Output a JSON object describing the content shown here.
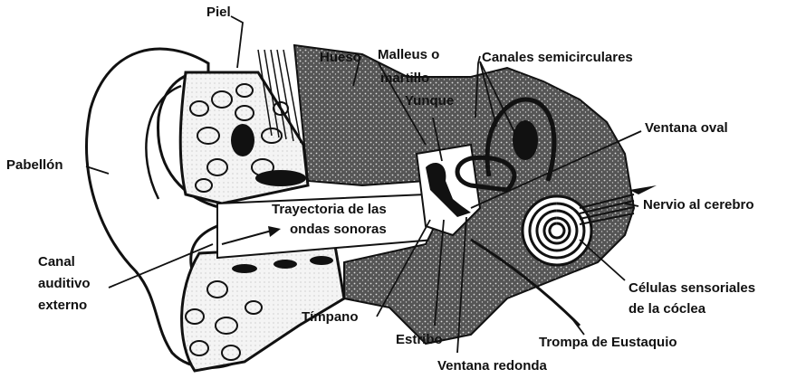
{
  "diagram": {
    "labels": {
      "piel": "Piel",
      "hueso": "Hueso",
      "malleus": "Malleus o",
      "malleus2": "martillo",
      "yunque": "Yunque",
      "canales": "Canales semicirculares",
      "ventana_oval": "Ventana oval",
      "pabellon": "Pabellón",
      "nervio": "Nervio al cerebro",
      "trayectoria": "Trayectoria de las",
      "trayectoria2": "ondas sonoras",
      "canal1": "Canal",
      "canal2": "auditivo",
      "canal3": "externo",
      "celulas1": "Células sensoriales",
      "celulas2": "de la cóclea",
      "timpano": "Tímpano",
      "estribo": "Estribo",
      "trompa": "Trompa de Eustaquio",
      "ventana_redonda": "Ventana redonda"
    }
  }
}
